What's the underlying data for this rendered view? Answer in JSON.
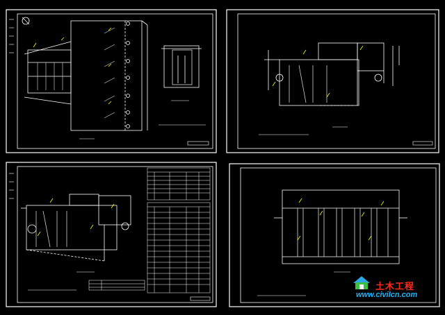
{
  "sheets": [
    {
      "id": "sheet-1",
      "title": "",
      "note": ""
    },
    {
      "id": "sheet-2",
      "title": "",
      "note": ""
    },
    {
      "id": "sheet-3",
      "title": "",
      "note": ""
    },
    {
      "id": "sheet-4",
      "title": "",
      "note": ""
    }
  ],
  "watermark": {
    "cn_text": "土木工程",
    "url_text": "www.civilcn.com",
    "logo_icon": "house-icon",
    "cn_color": "#ff2a1a",
    "url_color": "#19b7ff"
  },
  "colors": {
    "background": "#000000",
    "line": "#ffffff",
    "accent": "#ffff00"
  }
}
